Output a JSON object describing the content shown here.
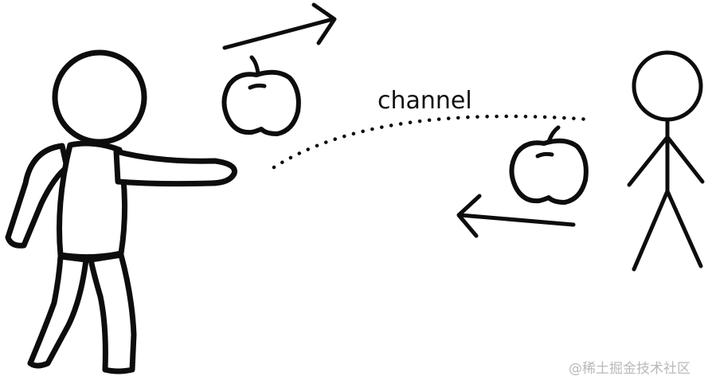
{
  "channel_label": "channel",
  "watermark": "@稀土掘金技术社区",
  "colors": {
    "background": "#ffffff",
    "ink": "#0d0d0d",
    "watermark": "#b9b9b9"
  },
  "icons": [
    "large-person-figure",
    "stick-figure",
    "apple-icon",
    "right-arrow-icon",
    "left-arrow-icon",
    "dotted-channel-path"
  ]
}
